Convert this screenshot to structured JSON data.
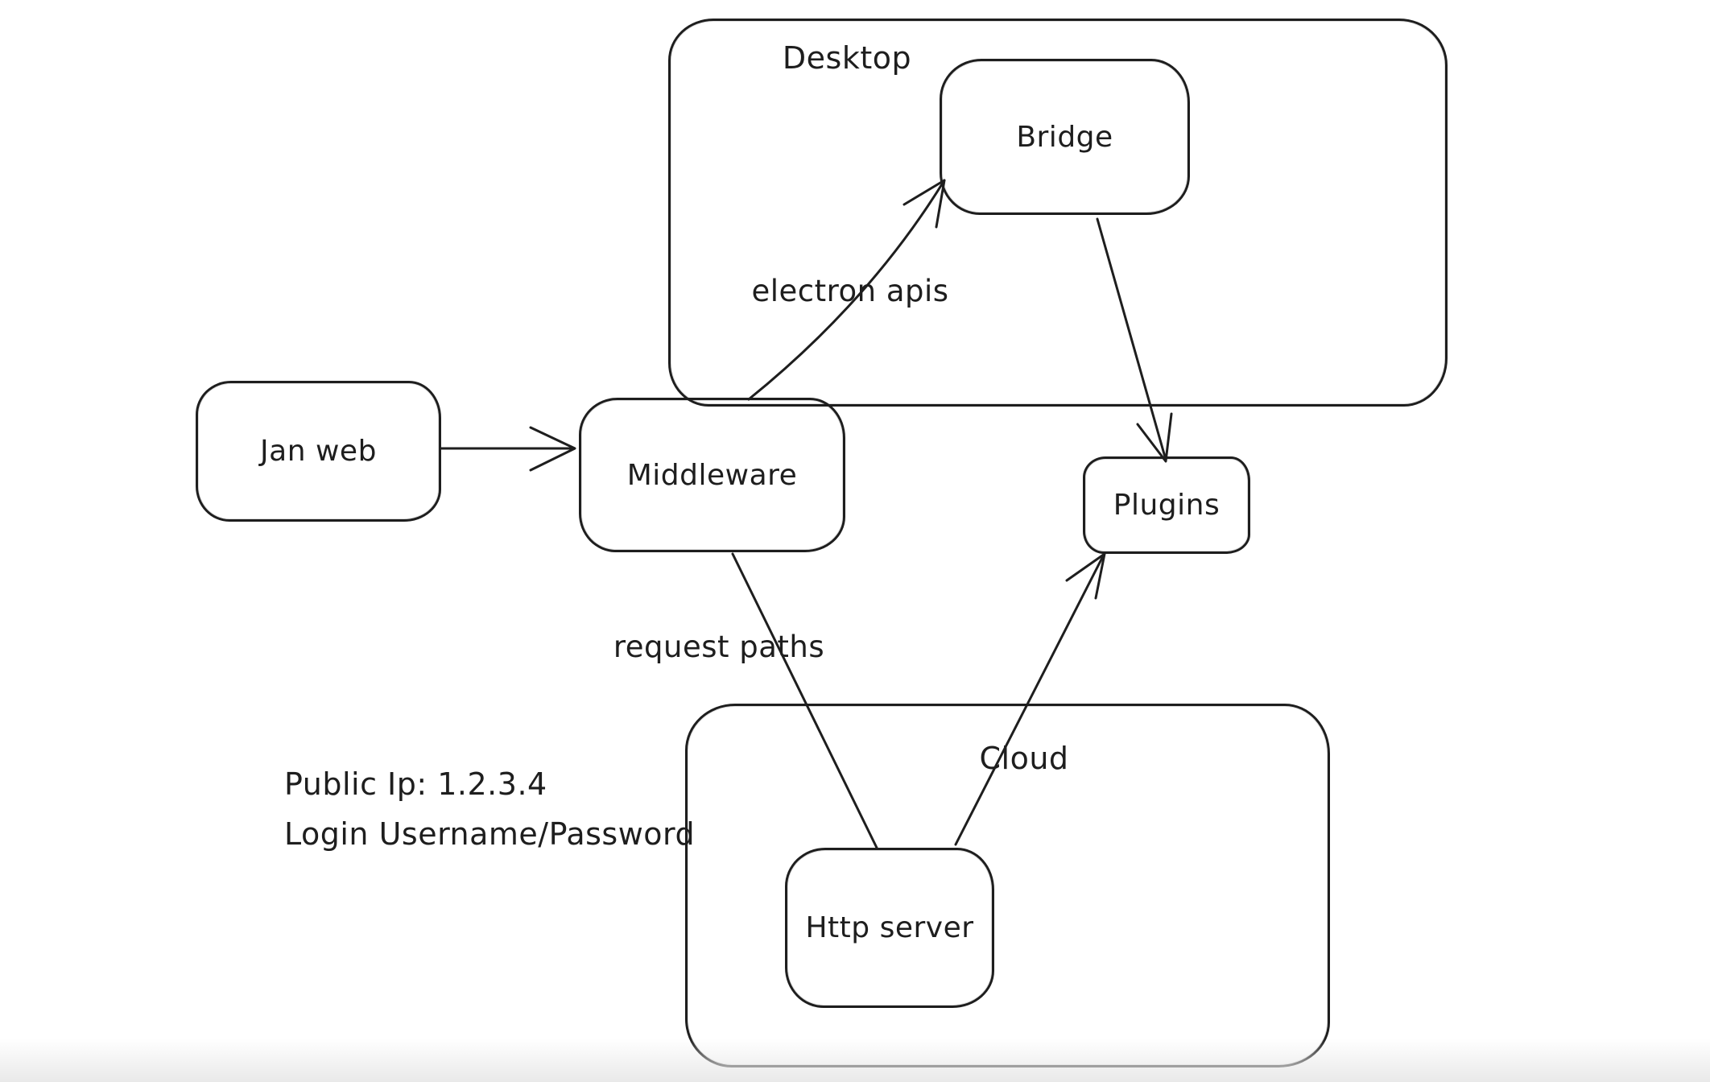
{
  "diagram": {
    "colors": {
      "ink": "#1e1e1e",
      "background": "#ffffff",
      "bottom_fade": "#e9e9e9"
    },
    "containers": {
      "desktop": {
        "label": "Desktop"
      },
      "cloud": {
        "label": "Cloud"
      }
    },
    "nodes": {
      "jan_web": {
        "label": "Jan web"
      },
      "middleware": {
        "label": "Middleware"
      },
      "bridge": {
        "label": "Bridge"
      },
      "plugins": {
        "label": "Plugins"
      },
      "http_server": {
        "label": "Http server"
      }
    },
    "edge_labels": {
      "electron_apis": "electron apis",
      "request_paths": "request paths"
    },
    "edges": [
      {
        "from": "Jan web",
        "to": "Middleware",
        "label": "",
        "arrowhead": "end"
      },
      {
        "from": "Middleware",
        "to": "Bridge",
        "label": "electron apis",
        "arrowhead": "end"
      },
      {
        "from": "Bridge",
        "to": "Plugins",
        "label": "",
        "arrowhead": "end"
      },
      {
        "from": "Middleware",
        "to": "Http server",
        "label": "request paths",
        "arrowhead": "none"
      },
      {
        "from": "Http server",
        "to": "Plugins",
        "label": "",
        "arrowhead": "end"
      }
    ],
    "annotations": [
      "Public Ip: 1.2.3.4",
      "Login Username/Password"
    ]
  }
}
